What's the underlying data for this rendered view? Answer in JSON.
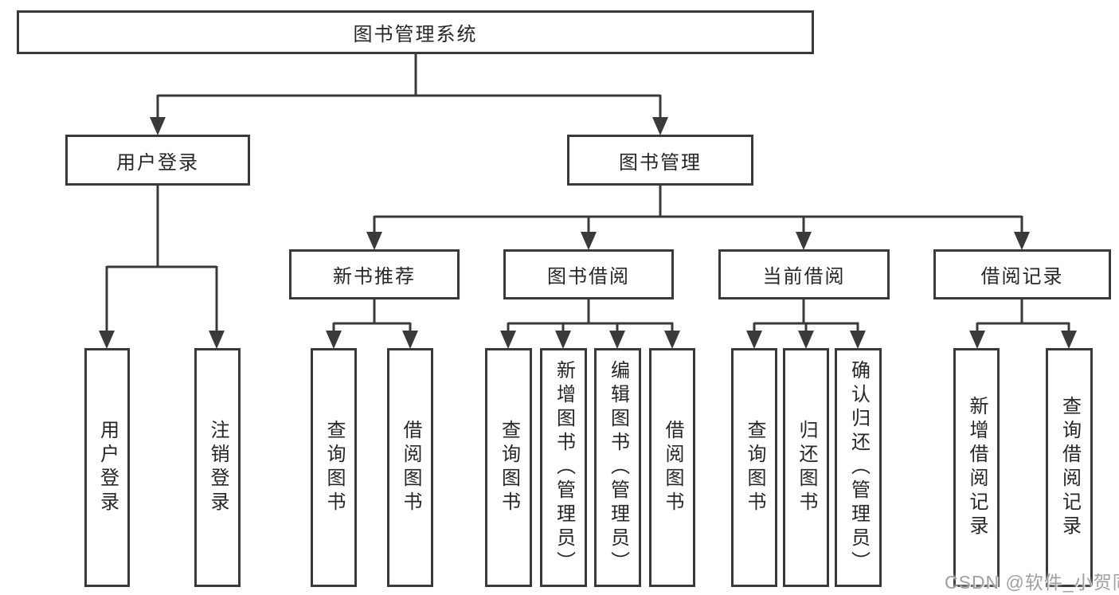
{
  "diagram": {
    "root": "图书管理系统",
    "level1": [
      "用户登录",
      "图书管理"
    ],
    "login_children": [
      "用户登录",
      "注销登录"
    ],
    "level2": [
      "新书推荐",
      "图书借阅",
      "当前借阅",
      "借阅记录"
    ],
    "recommend_children": [
      "查询图书",
      "借阅图书"
    ],
    "borrow_children": [
      "查询图书",
      "新增图书（管理员）",
      "编辑图书（管理员）",
      "借阅图书"
    ],
    "current_children": [
      "查询图书",
      "归还图书",
      "确认归还（管理员）"
    ],
    "record_children": [
      "新增借阅记录",
      "查询借阅记录"
    ]
  },
  "watermark": "CSDN @软件_小贺同学",
  "colors": {
    "line": "#3a3a3a",
    "text": "#262626",
    "watermark_text": "#a0a0a0",
    "background": "#ffffff"
  }
}
